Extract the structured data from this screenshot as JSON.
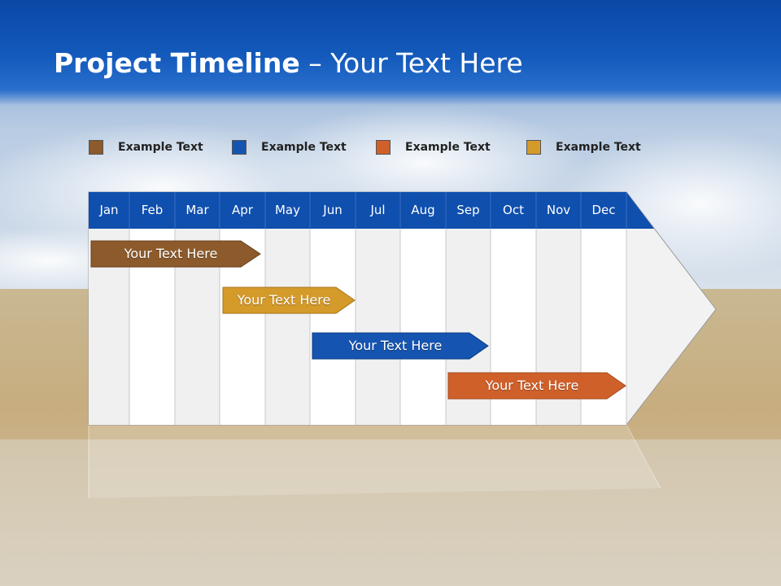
{
  "slide": {
    "title_bold": "Project Timeline",
    "title_rest": " – Your Text Here"
  },
  "legend": [
    {
      "label": "Example Text",
      "color": "#8c5a2b"
    },
    {
      "label": "Example Text",
      "color": "#1554b0"
    },
    {
      "label": "Example Text",
      "color": "#d0602a"
    },
    {
      "label": "Example Text",
      "color": "#d49a2a"
    }
  ],
  "timeline": {
    "header_color": "#0f4fae",
    "months": [
      "Jan",
      "Feb",
      "Mar",
      "Apr",
      "May",
      "Jun",
      "Jul",
      "Aug",
      "Sep",
      "Oct",
      "Nov",
      "Dec"
    ],
    "bars": [
      {
        "label": "Your  Text Here",
        "color": "#8c5a2b"
      },
      {
        "label": "Your  Text Here",
        "color": "#d49a2a"
      },
      {
        "label": "Your  Text Here",
        "color": "#1554b0"
      },
      {
        "label": "Your  Text Here",
        "color": "#d0602a"
      }
    ]
  }
}
